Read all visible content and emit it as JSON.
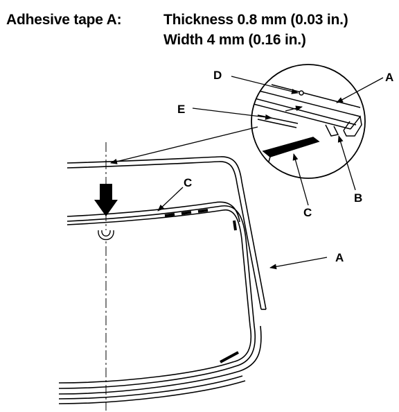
{
  "spec": {
    "label": "Adhesive tape A:",
    "thickness": "Thickness 0.8 mm (0.03 in.)",
    "width": "Width 4 mm (0.16 in.)"
  },
  "callouts": {
    "A_detail": "A",
    "D": "D",
    "E": "E",
    "B": "B",
    "C_detail": "C",
    "C_main": "C",
    "A_main": "A"
  },
  "colors": {
    "ink": "#000000",
    "paper": "#ffffff"
  }
}
